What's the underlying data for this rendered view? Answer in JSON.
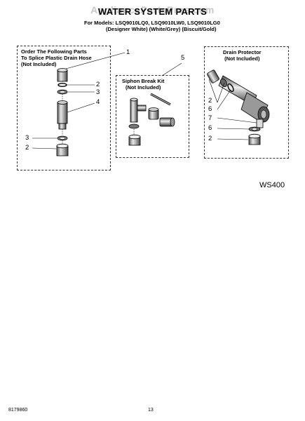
{
  "header": {
    "watermark": "AppliancePartsPros.com",
    "title": "WATER SYSTEM PARTS",
    "models_line": "For Models: LSQ9010LQ0, LSQ9010LW0, LSQ9010LG0",
    "variants_line": "(Designer White)  (White/Grey)  (Biscuit/Gold)"
  },
  "boxes": {
    "left": {
      "label_line1": "Order The Following Parts",
      "label_line2": "To Splice Plastic Drain Hose",
      "label_line3": "(Not Included)"
    },
    "middle": {
      "label_line1": "Siphon Break Kit",
      "label_line2": "(Not Included)"
    },
    "right": {
      "label_line1": "Drain Protector",
      "label_line2": "(Not Included)"
    }
  },
  "callouts": {
    "left_1": "1",
    "left_2a": "2",
    "left_3a": "3",
    "left_4": "4",
    "left_3b": "3",
    "left_2b": "2",
    "mid_5": "5",
    "right_2a": "2",
    "right_6a": "6",
    "right_7": "7",
    "right_6b": "6",
    "right_2b": "2"
  },
  "diagram_code": "WS400",
  "footer": {
    "part_number": "8179860",
    "page_number": "13"
  }
}
